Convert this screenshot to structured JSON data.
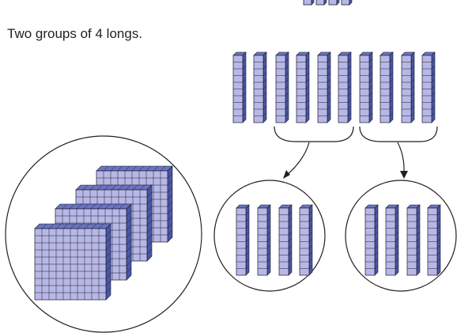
{
  "caption": "Two groups of 4 longs.",
  "colors": {
    "face": "#b8b8e6",
    "side": "#4a56a6",
    "top": "#6a74c0",
    "outline": "#1a1a2e",
    "line": "#231f20"
  },
  "counts": {
    "top_partial_blocks": 4,
    "longs_total": 10,
    "long_units": 10,
    "groups": 2,
    "longs_per_group": 4,
    "flats_stacked": 4,
    "flat_grid": 10
  }
}
